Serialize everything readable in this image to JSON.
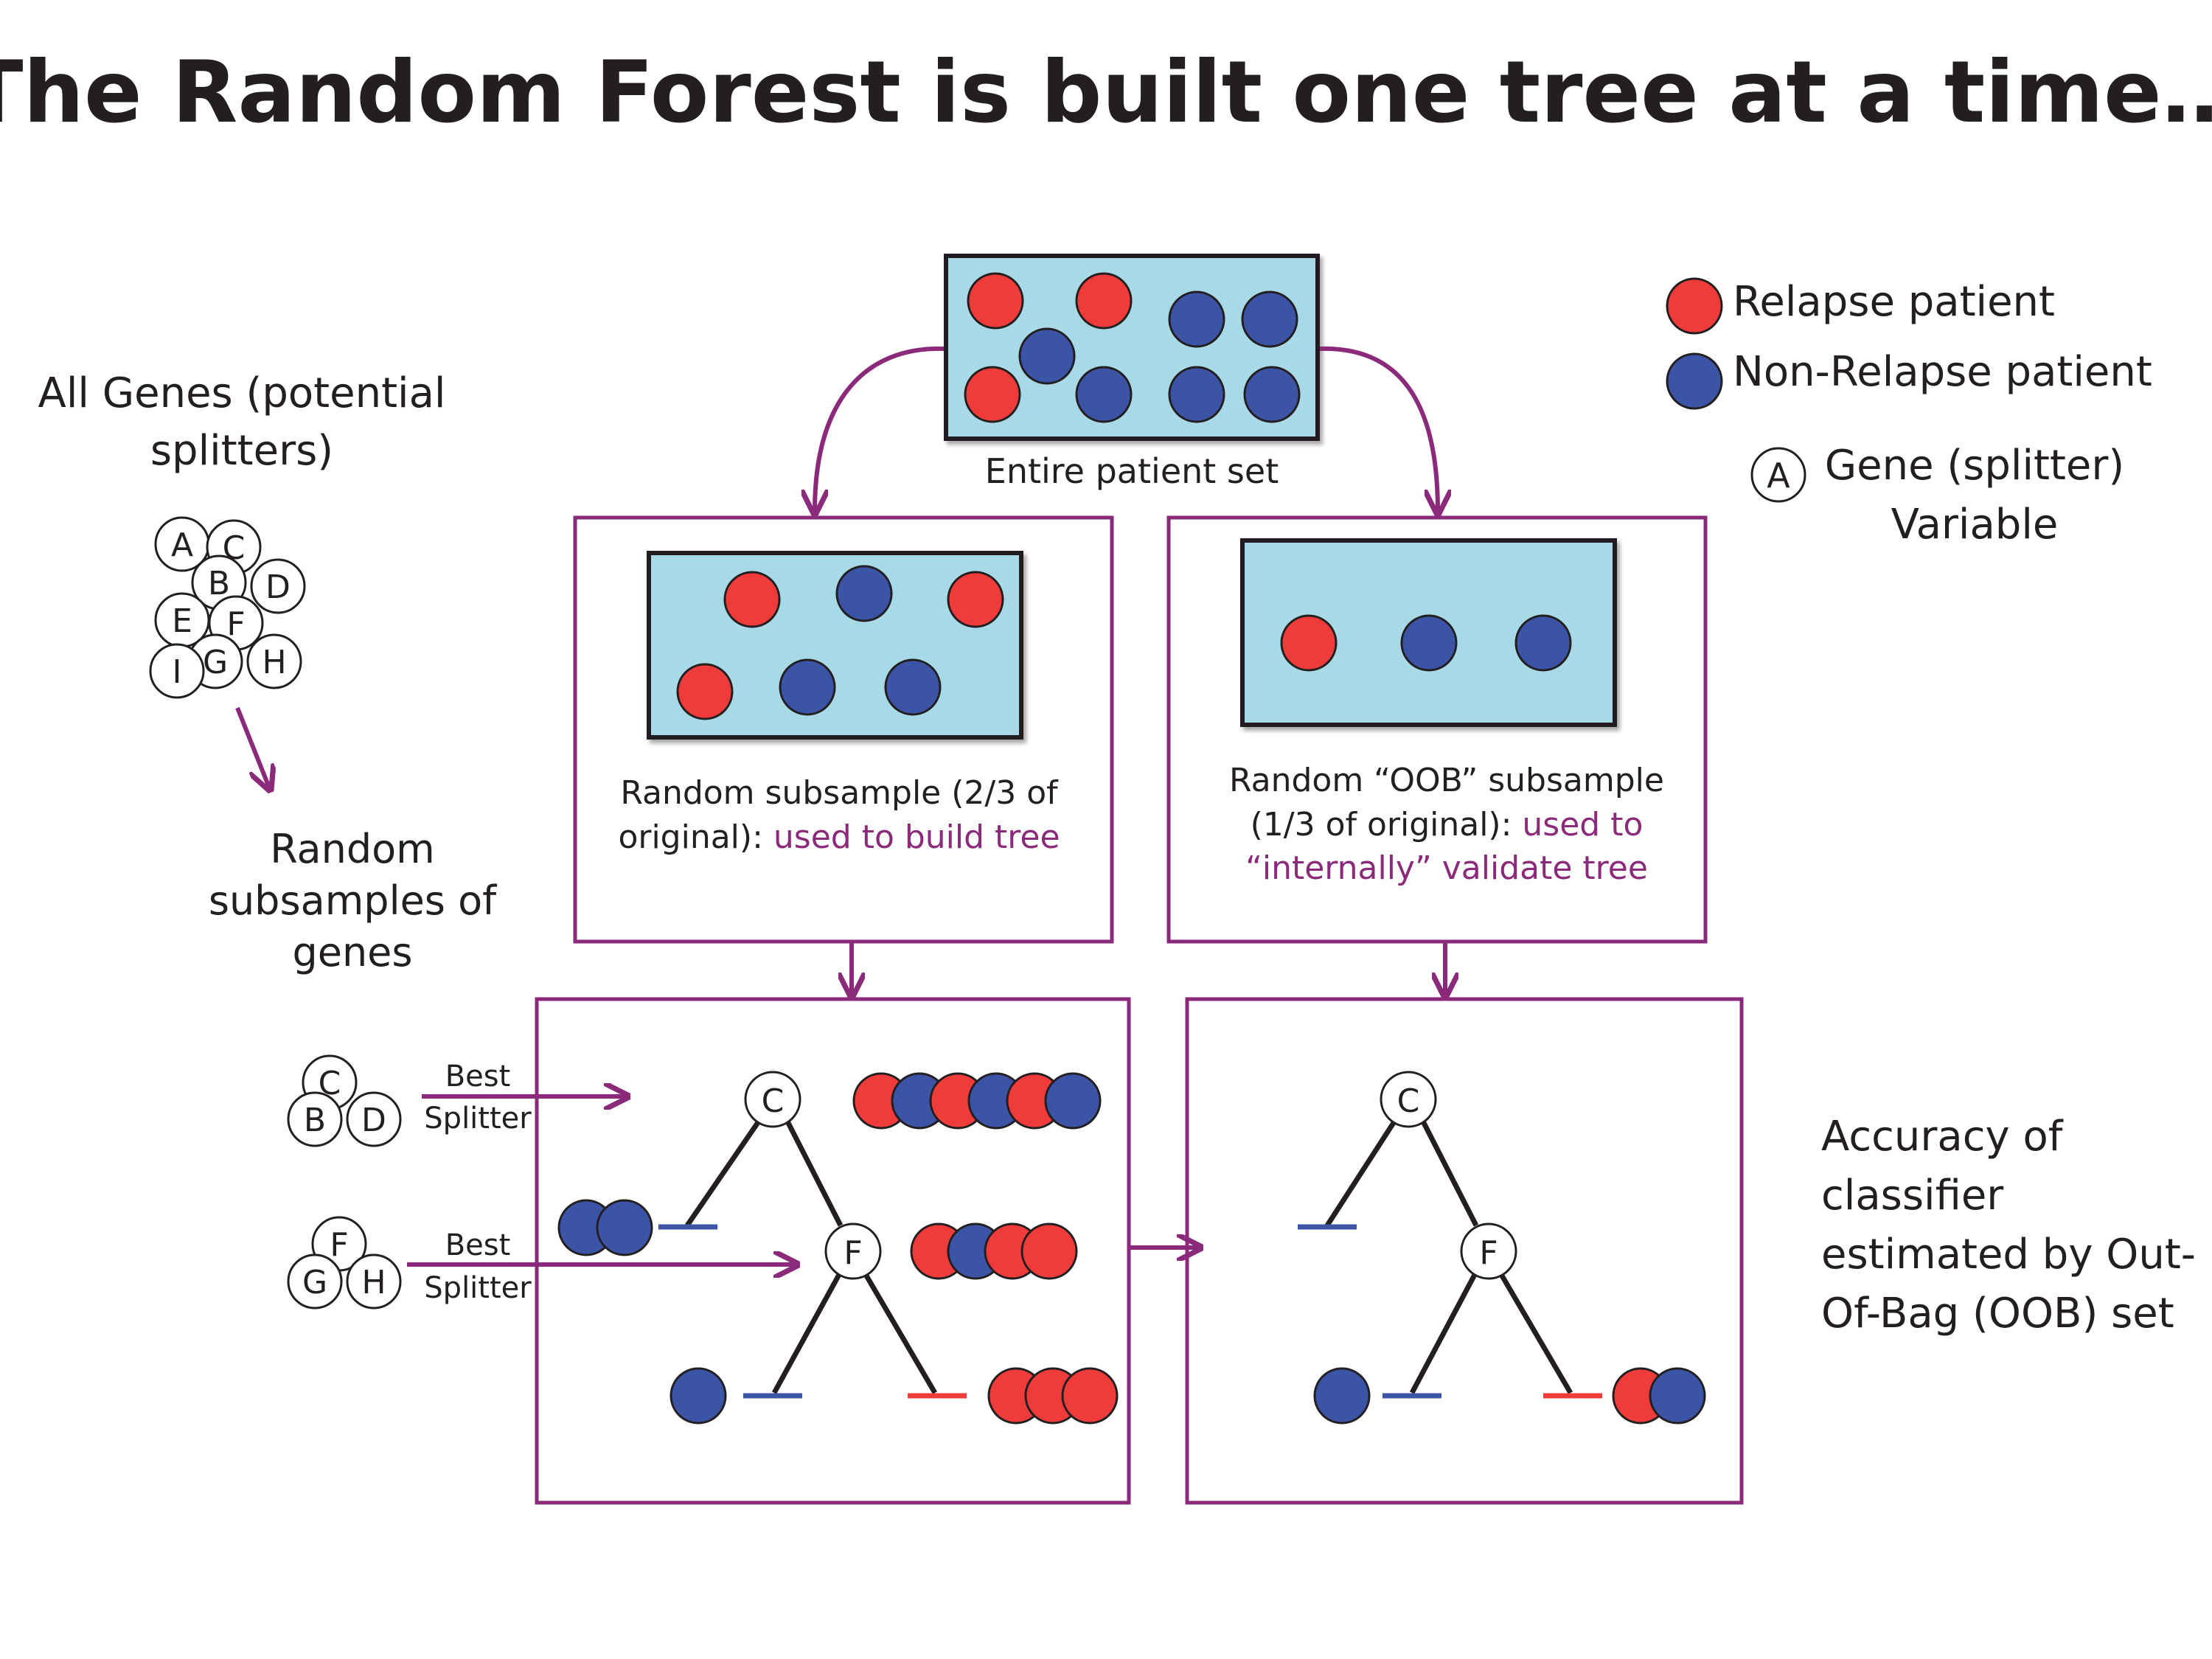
{
  "title": "The Random Forest is built one tree at a time…",
  "colors": {
    "relapse": "#ef3b39",
    "non_relapse": "#3c54a6",
    "box_fill": "#a8d9e6",
    "panel_border": "#8b2a7b",
    "arrow": "#8b2a7b",
    "highlight_text": "#8b2a7b",
    "tree_line": "#231f20"
  },
  "legend": {
    "relapse": "Relapse patient",
    "non_relapse": "Non-Relapse patient",
    "gene_symbol": "A",
    "gene_line1": "Gene (splitter)",
    "gene_line2": "Variable"
  },
  "entire_set": {
    "caption": "Entire patient set"
  },
  "all_genes": {
    "line1": "All Genes (potential",
    "line2": "splitters)",
    "letters": [
      "A",
      "B",
      "C",
      "D",
      "E",
      "F",
      "G",
      "H",
      "I"
    ]
  },
  "gene_subsamples": {
    "line1": "Random",
    "line2": "subsamples of",
    "line3": "genes"
  },
  "train_subsample": {
    "line1": "Random subsample (2/3 of",
    "line2_plain": "original): ",
    "line2_highlight": "used to build tree"
  },
  "oob_subsample": {
    "line1": "Random “OOB” subsample",
    "line2_plain": "(1/3 of original): ",
    "line2_highlight": "used to",
    "line3_highlight": "“internally” validate tree"
  },
  "split_groups": [
    {
      "genes": [
        "C",
        "B",
        "D"
      ],
      "line1": "Best",
      "line2": "Splitter"
    },
    {
      "genes": [
        "F",
        "G",
        "H"
      ],
      "line1": "Best",
      "line2": "Splitter"
    }
  ],
  "tree": {
    "root": "C",
    "child": "F"
  },
  "accuracy": {
    "line1": "Accuracy of",
    "line2": "classifier",
    "line3": "estimated by Out-",
    "line4": "Of-Bag (OOB) set"
  }
}
